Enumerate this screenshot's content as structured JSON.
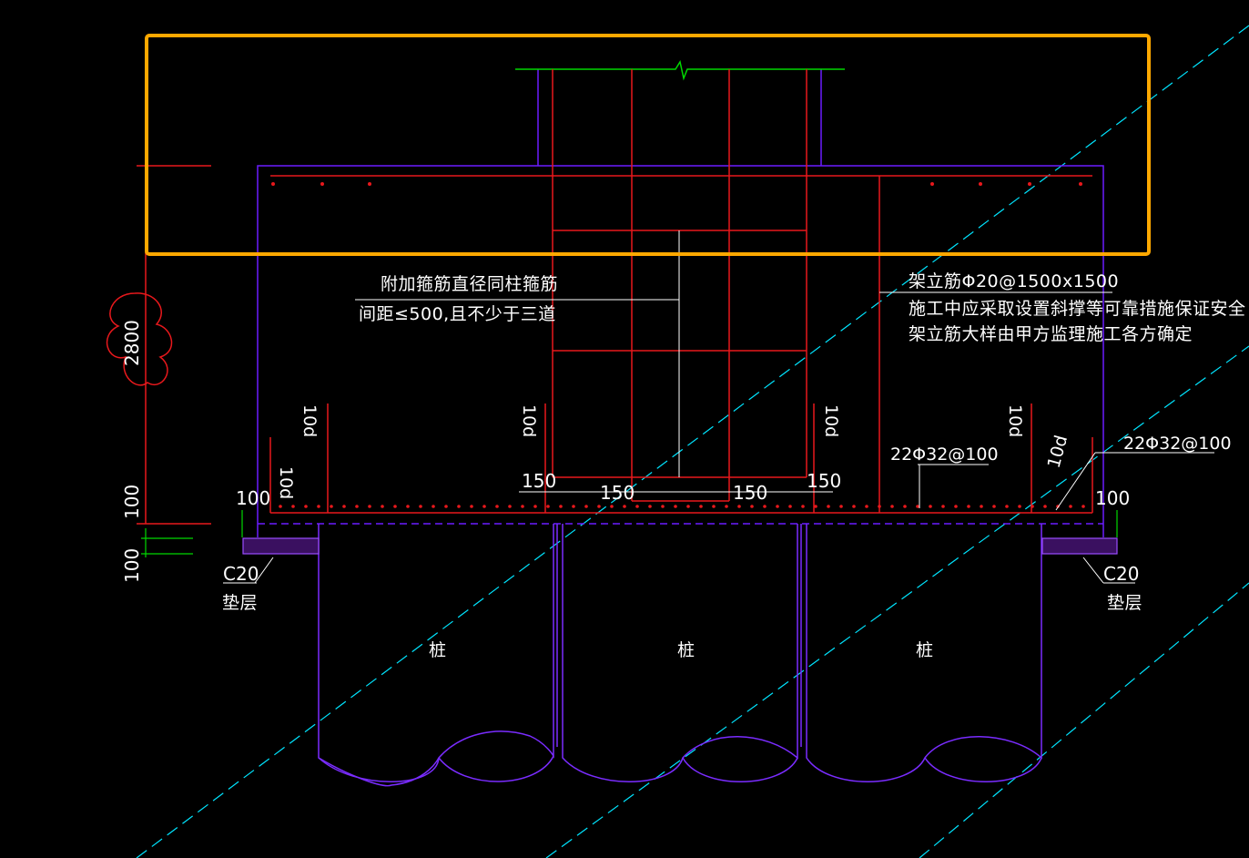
{
  "colors": {
    "background": "#000000",
    "outline": "#6a1cff",
    "rebar": "#e8181c",
    "dimension": "#ffffff",
    "centerline": "#00e5ff",
    "highlight": "#ffa800",
    "break_line": "#00d800",
    "pile_outline": "#7a2cff"
  },
  "annotations": {
    "stirrup_line1": "附加箍筋直径同柱箍筋",
    "stirrup_line2": "间距≤500,且不少于三道",
    "support_line1": "架立筋Φ20@1500x1500",
    "support_line2": "施工中应采取设置斜撑等可靠措施保证安全",
    "support_line3": "架立筋大样由甲方监理施工各方确定",
    "bottom_rebar_left": "22Φ32@100",
    "bottom_rebar_right": "22Φ32@100",
    "anchor": "10d"
  },
  "dimensions": {
    "height_total": "2800",
    "height_cover": "100",
    "height_cushion": "100",
    "edge_left": "100",
    "edge_right": "100",
    "col_offset_1": "150",
    "col_offset_2": "150",
    "col_offset_3": "150",
    "col_offset_4": "150"
  },
  "cushion": {
    "left_grade": "C20",
    "left_label": "垫层",
    "right_grade": "C20",
    "right_label": "垫层"
  },
  "piles": {
    "left": "桩",
    "middle": "桩",
    "right": "桩"
  }
}
